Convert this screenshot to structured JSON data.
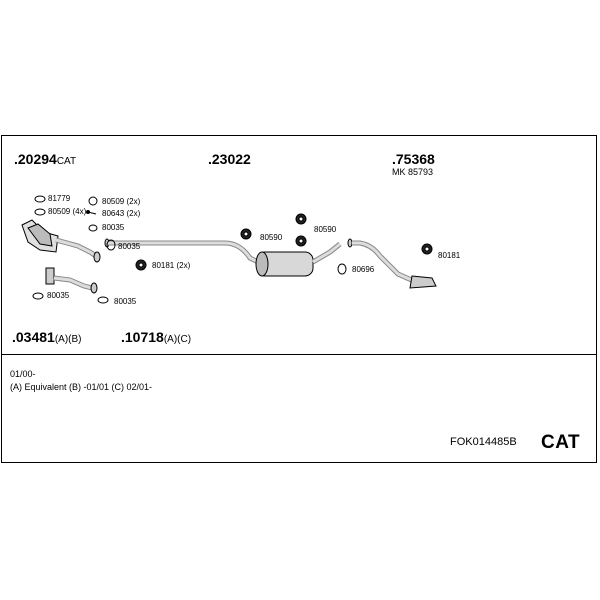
{
  "assemblies": {
    "cat_front": {
      "number": ".20294",
      "suffix": "CAT"
    },
    "middle": {
      "number": ".23022",
      "suffix": ""
    },
    "rear": {
      "number": ".75368",
      "suffix": ""
    },
    "rear_kit": "MK  85793",
    "front_a": {
      "number": ".03481",
      "suffix": "(A)(B)"
    },
    "front_b": {
      "number": ".10718",
      "suffix": "(A)(C)"
    }
  },
  "parts": {
    "p81779": "81779",
    "p80509_4x": "80509 (4x)",
    "p80509_2x": "80509 (2x)",
    "p80643_2x": "80643 (2x)",
    "p80035_a": "80035",
    "p80035_b": "80035",
    "p80035_c": "80035",
    "p80035_d": "80035",
    "p80181_2x": "80181 (2x)",
    "p80590_a": "80590",
    "p80590_b": "80590",
    "p80696": "80696",
    "p80181": "80181"
  },
  "notes": {
    "line1": "01/00-",
    "line2": "(A)  Equivalent (B) -01/01 (C) 02/01-"
  },
  "footer": {
    "ref_code": "FOK014485B",
    "logo": "CAT"
  },
  "icons": [
    "catalytic-converter",
    "hanger",
    "gasket",
    "clamp",
    "bolt",
    "silencer"
  ]
}
